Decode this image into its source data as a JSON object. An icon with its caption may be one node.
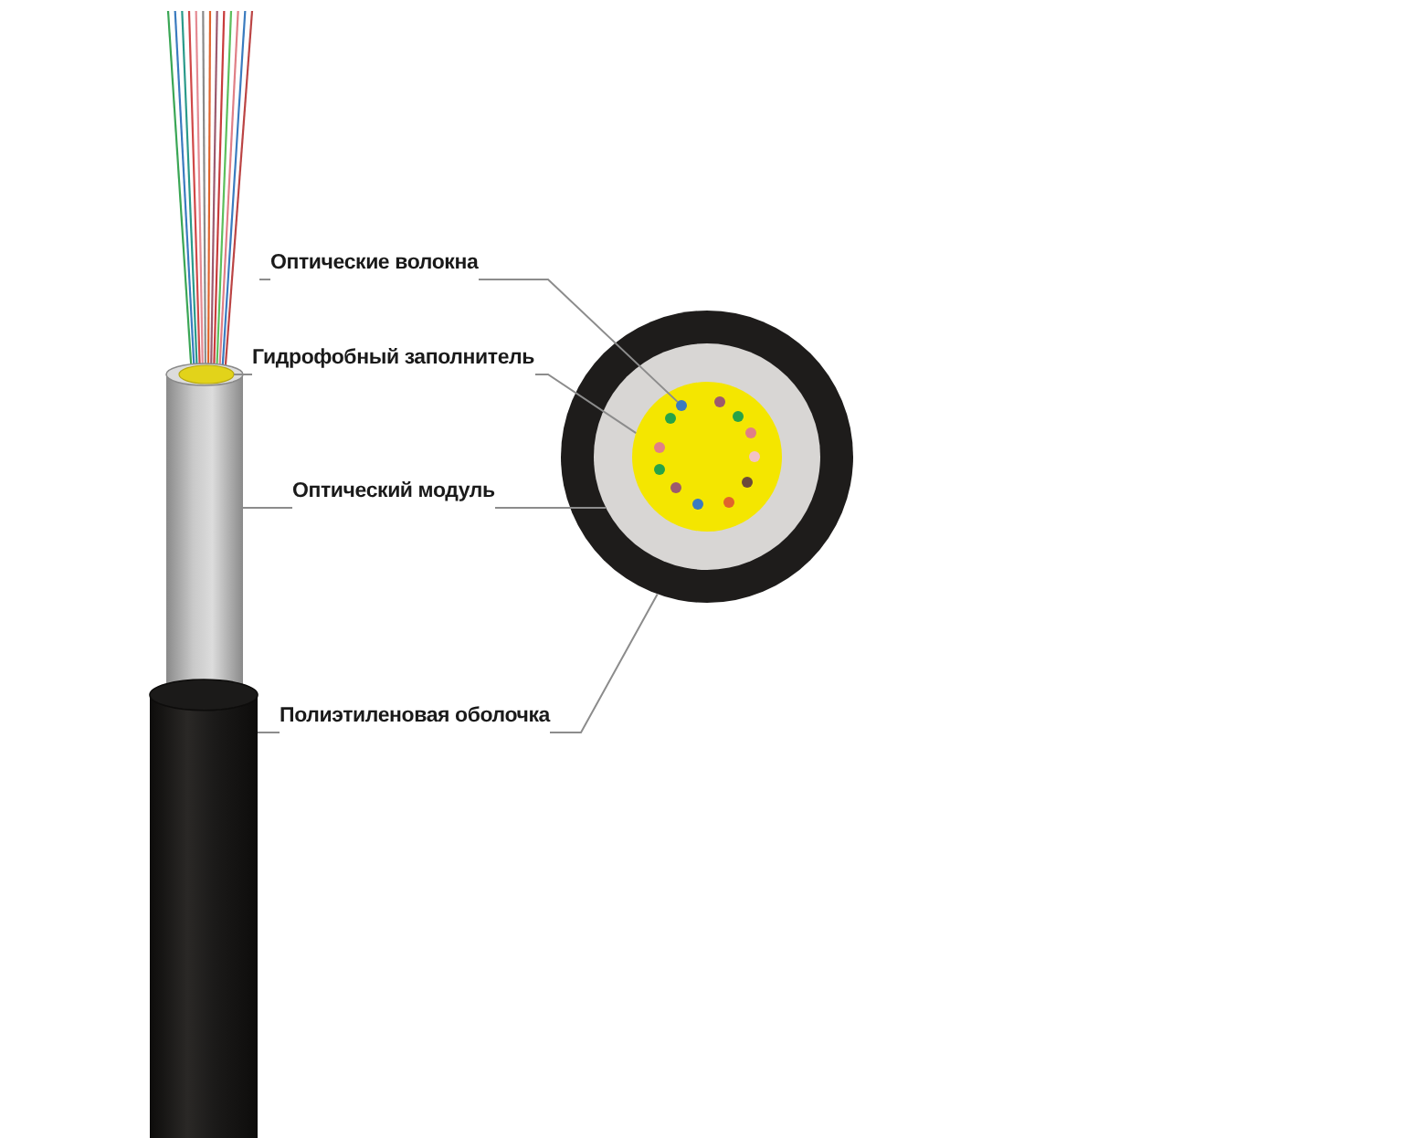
{
  "diagram": {
    "nodes": [
      {
        "text": [
          "Оптические волокна"
        ]
      },
      {
        "text": [
          "Гидрофобный заполнитель"
        ]
      },
      {
        "text": [
          "Оптический модуль"
        ]
      },
      {
        "text": [
          "Полиэтиленовая оболочка"
        ]
      },
      {
        "text": [],
        "shape": "picture"
      },
      {
        "text": [],
        "shape": "ellipse"
      },
      {
        "text": [],
        "shape": "cylinder"
      },
      {
        "text": [],
        "shape": "cylinder"
      },
      {
        "text": [],
        "shape": "circle"
      },
      {
        "text": [],
        "shape": "circle",
        "in": 8
      },
      {
        "text": [],
        "shape": "circle",
        "in": 9
      },
      {
        "text": [],
        "shape": "circle",
        "in": 10
      }
    ],
    "edges": [
      {
        "from": 0,
        "to": 4,
        "arrow": "none"
      },
      {
        "from": 0,
        "to": 11,
        "arrow": "none"
      },
      {
        "from": 1,
        "to": 5,
        "arrow": "none"
      },
      {
        "from": 1,
        "to": 10,
        "arrow": "none"
      },
      {
        "from": 2,
        "to": 6,
        "arrow": "none"
      },
      {
        "from": 2,
        "to": 9,
        "arrow": "none"
      },
      {
        "from": 3,
        "to": 7,
        "arrow": "none"
      },
      {
        "from": 3,
        "to": 8,
        "arrow": "none"
      }
    ]
  }
}
